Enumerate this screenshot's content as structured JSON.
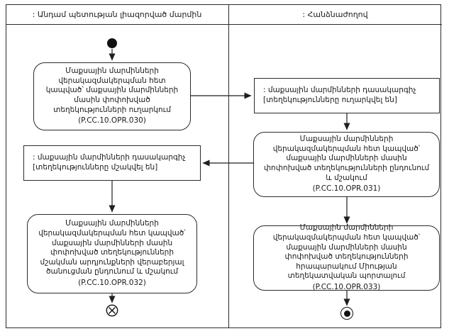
{
  "lanes": [
    {
      "title": ": Անդամ պետության լիազորված մարմին"
    },
    {
      "title": ": Հանձնաժողով"
    }
  ],
  "nodes": {
    "action_030": {
      "text": "Մաքսային մարմինների վերակազմակերպման հետ կապված՝ մաքսային մարմինների մասին փոփոխված տեղեկությունների ուղարկում",
      "code": "(P.CC.10.OPR.030)"
    },
    "object_sent": {
      "title": ": մաքսային մարմինների դասակարգիչ",
      "state": "[տեղեկությունները ուղարկվել են]"
    },
    "action_031": {
      "text": "Մաքսային մարմինների վերակազմակերպման հետ կապված՝ մաքսային մարմինների մասին փոփոխված տեղեկությունների ընդունում և մշակում",
      "code": "(P.CC.10.OPR.031)"
    },
    "object_processed": {
      "title": ": մաքսային մարմինների դասակարգիչ",
      "state": "[տեղեկությունները մշակվել են]"
    },
    "action_032": {
      "text": "Մաքսային մարմինների վերակազմակերպման հետ կապված՝ մաքսային մարմինների մասին փոփոխված տեղեկությունների մշակման արդյունքների վերաբերյալ ծանուցման ընդունում և մշակում",
      "code": "(P.CC.10.OPR.032)"
    },
    "action_033": {
      "text": "Մաքսային մարմինների վերակազմակերպման հետ կապված՝ մաքսային մարմինների մասին փոփոխված տեղեկությունների հրապարակում Միության տեղեկատվական պորտալում",
      "code": "(P.CC.10.OPR.033)"
    }
  },
  "colors": {
    "line": "#1f1f1f",
    "background": "#ffffff"
  }
}
